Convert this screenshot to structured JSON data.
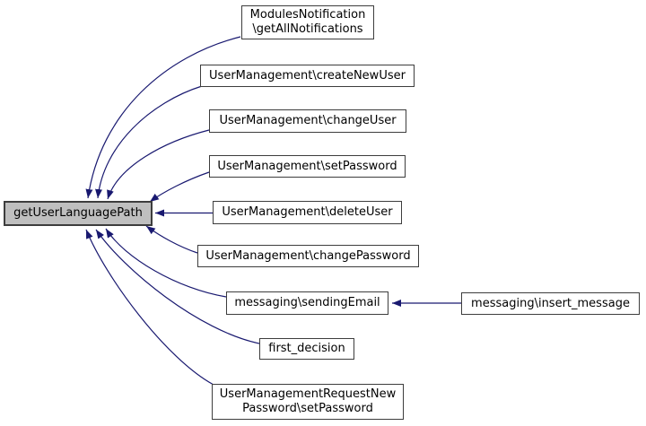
{
  "diagram": {
    "kind": "caller-graph",
    "background_color": "#ffffff",
    "edge_color": "#191970",
    "node_border_color": "#3d3d3d",
    "focus_node": {
      "label": "getUserLanguagePath",
      "fill_color": "#bfbfbf"
    },
    "nodes": [
      {
        "id": "modules-notification-getallnotifications",
        "label": "ModulesNotification\n\\getAllNotifications"
      },
      {
        "id": "usermanagement-createnewuser",
        "label": "UserManagement\\createNewUser"
      },
      {
        "id": "usermanagement-changeuser",
        "label": "UserManagement\\changeUser"
      },
      {
        "id": "usermanagement-setpassword",
        "label": "UserManagement\\setPassword"
      },
      {
        "id": "usermanagement-deleteuser",
        "label": "UserManagement\\deleteUser"
      },
      {
        "id": "usermanagement-changepassword",
        "label": "UserManagement\\changePassword"
      },
      {
        "id": "messaging-sendingemail",
        "label": "messaging\\sendingEmail"
      },
      {
        "id": "first-decision",
        "label": "first_decision"
      },
      {
        "id": "usermanagementrequestnewpassword-setpassword",
        "label": "UserManagementRequestNew\nPassword\\setPassword"
      },
      {
        "id": "messaging-insert-message",
        "label": "messaging\\insert_message"
      }
    ],
    "edges": [
      {
        "from": "ModulesNotification\\getAllNotifications",
        "to": "getUserLanguagePath"
      },
      {
        "from": "UserManagement\\createNewUser",
        "to": "getUserLanguagePath"
      },
      {
        "from": "UserManagement\\changeUser",
        "to": "getUserLanguagePath"
      },
      {
        "from": "UserManagement\\setPassword",
        "to": "getUserLanguagePath"
      },
      {
        "from": "UserManagement\\deleteUser",
        "to": "getUserLanguagePath"
      },
      {
        "from": "UserManagement\\changePassword",
        "to": "getUserLanguagePath"
      },
      {
        "from": "messaging\\sendingEmail",
        "to": "getUserLanguagePath"
      },
      {
        "from": "first_decision",
        "to": "getUserLanguagePath"
      },
      {
        "from": "UserManagementRequestNewPassword\\setPassword",
        "to": "getUserLanguagePath"
      },
      {
        "from": "messaging\\insert_message",
        "to": "messaging\\sendingEmail"
      }
    ]
  }
}
